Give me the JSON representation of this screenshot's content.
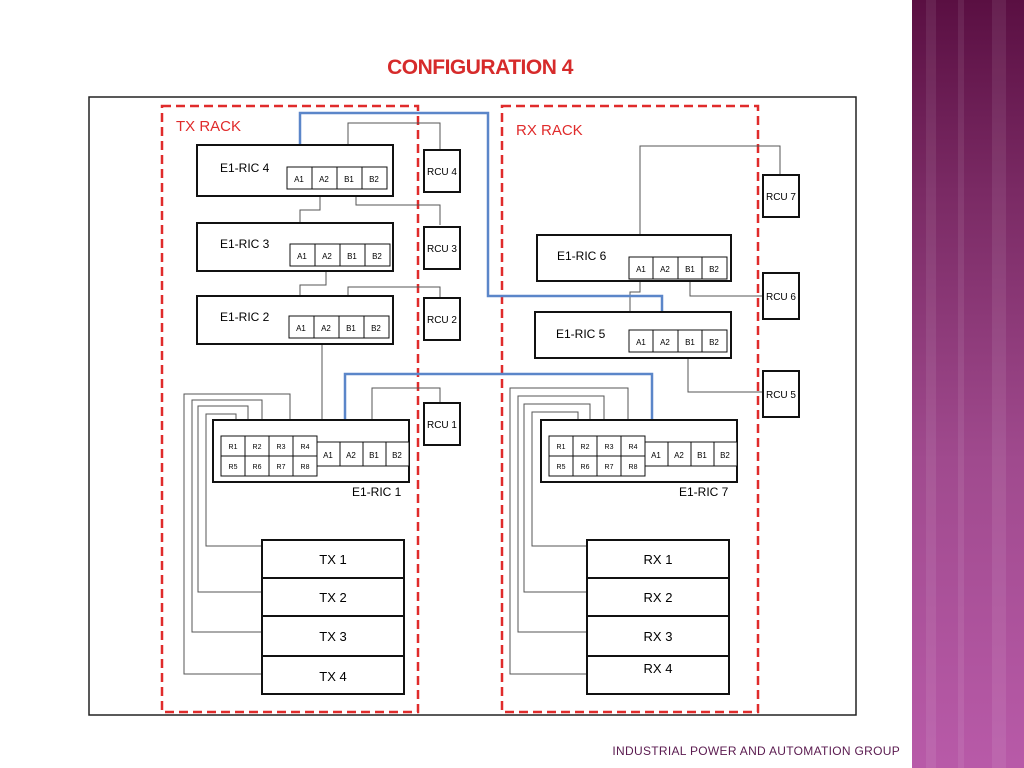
{
  "title": "CONFIGURATION 4",
  "footer": "INDUSTRIAL POWER AND AUTOMATION GROUP",
  "colors": {
    "accent_red": "#e02b2b",
    "link_blue": "#5b86c9",
    "sidebar": "#7a2a64"
  },
  "racks": {
    "tx": "TX RACK",
    "rx": "RX RACK"
  },
  "units": {
    "ric4": "E1-RIC 4",
    "ric3": "E1-RIC 3",
    "ric2": "E1-RIC 2",
    "ric1": "E1-RIC 1",
    "ric6": "E1-RIC 6",
    "ric5": "E1-RIC 5",
    "ric7": "E1-RIC 7"
  },
  "rcu": {
    "r1": "RCU 1",
    "r2": "RCU 2",
    "r3": "RCU 3",
    "r4": "RCU 4",
    "r5": "RCU 5",
    "r6": "RCU 6",
    "r7": "RCU 7"
  },
  "ports": {
    "a1": "A1",
    "a2": "A2",
    "b1": "B1",
    "b2": "B2"
  },
  "rports": [
    "R1",
    "R2",
    "R3",
    "R4",
    "R5",
    "R6",
    "R7",
    "R8"
  ],
  "tx": [
    "TX 1",
    "TX 2",
    "TX 3",
    "TX 4"
  ],
  "rx": [
    "RX 1",
    "RX 2",
    "RX 3",
    "RX 4"
  ]
}
